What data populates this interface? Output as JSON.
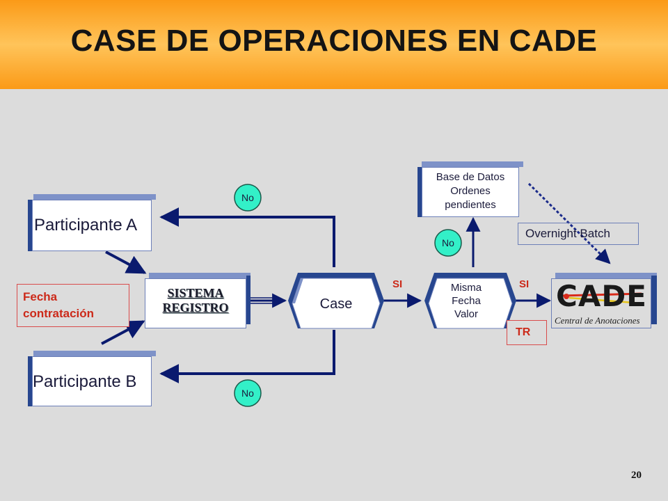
{
  "title": "CASE DE OPERACIONES EN CADE",
  "participant_a": "Participante A",
  "participant_b": "Participante B",
  "sistema_line1": "SISTEMA",
  "sistema_line2": "REGISTRO",
  "fecha_line1": "Fecha",
  "fecha_line2": "contratación",
  "case_label": "Case",
  "no_top": "No",
  "no_bottom": "No",
  "no_mid": "No",
  "si_left": "SI",
  "si_right": "SI",
  "misma_line1": "Misma",
  "misma_line2": "Fecha",
  "misma_line3": "Valor",
  "db_line1": "Base de Datos",
  "db_line2": "Ordenes",
  "db_line3": "pendientes",
  "overnight": "Overnight Batch",
  "tr": "TR",
  "cade_logo": "CADE",
  "cade_sub": "Central de Anotaciones",
  "page_number": "20",
  "colors": {
    "header": "#fb9a17",
    "arrow": "#0a1a6e",
    "bubble": "#33f0c8",
    "red": "#cc2a1a"
  }
}
